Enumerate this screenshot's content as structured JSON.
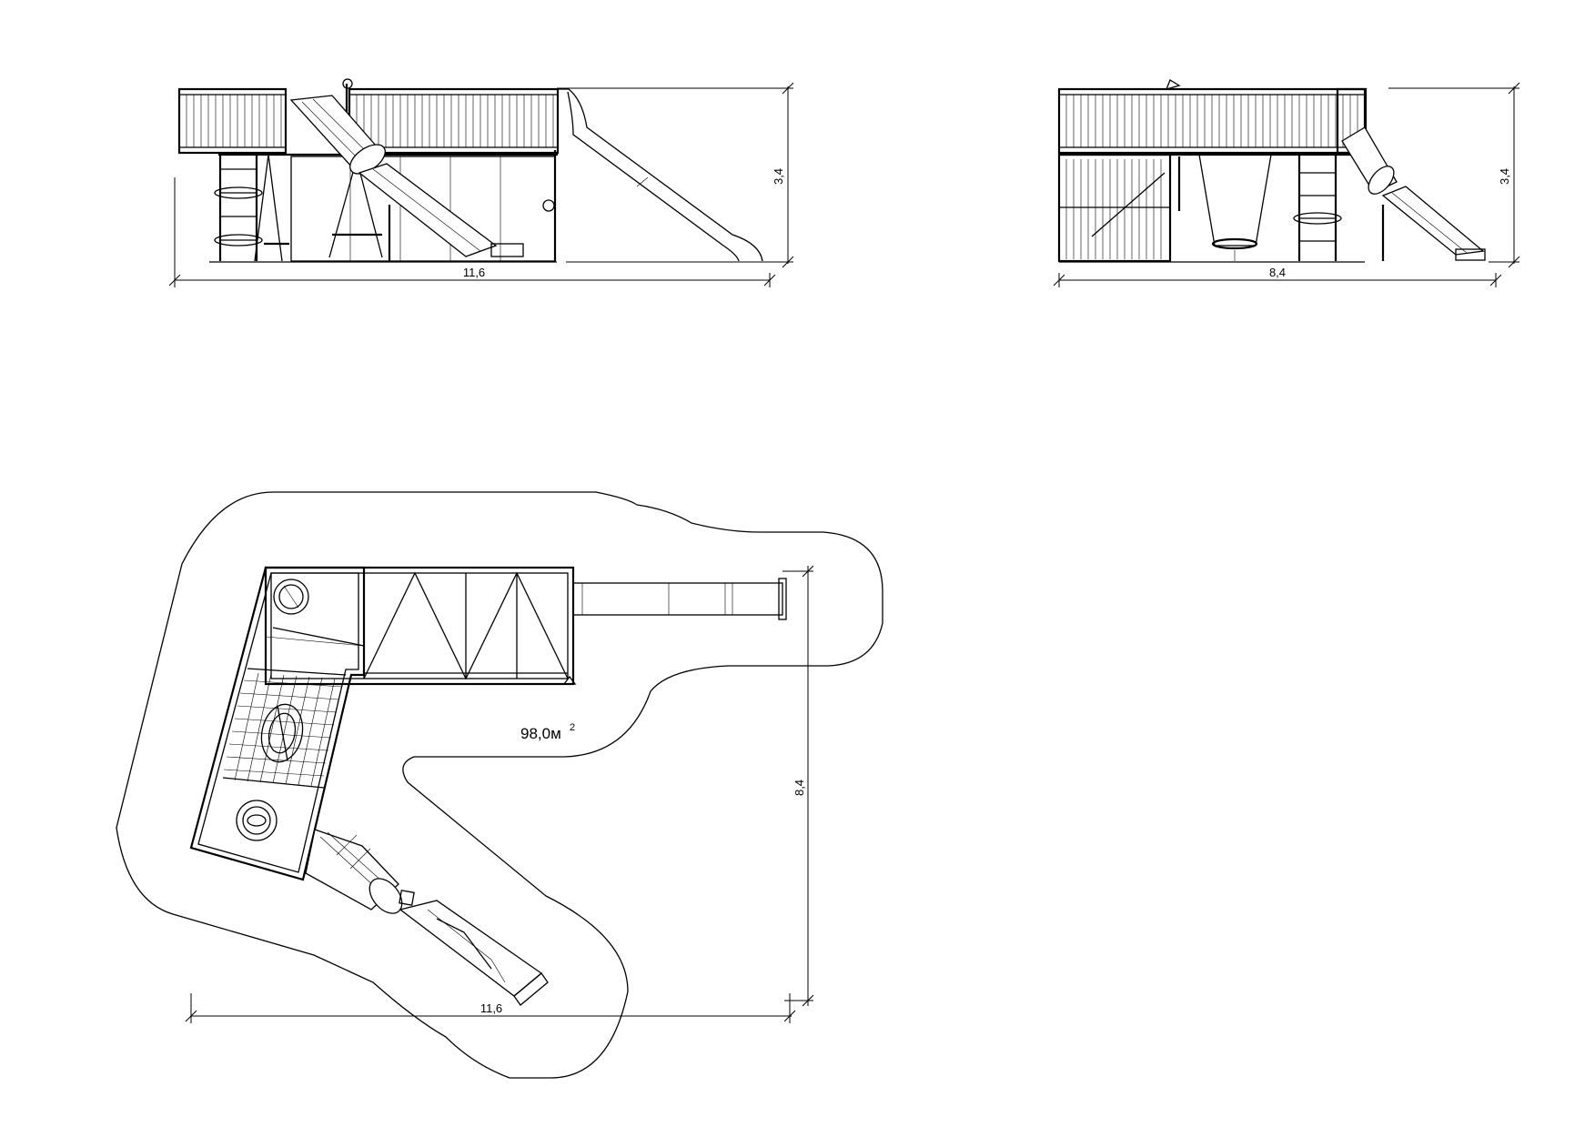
{
  "elevation_front": {
    "width_label": "11,6",
    "height_label": "3,4"
  },
  "elevation_side": {
    "width_label": "8,4",
    "height_label": "3,4"
  },
  "plan": {
    "width_label": "11,6",
    "depth_label": "8,4",
    "area_value": "98,0м",
    "area_unit_sup": "2"
  }
}
